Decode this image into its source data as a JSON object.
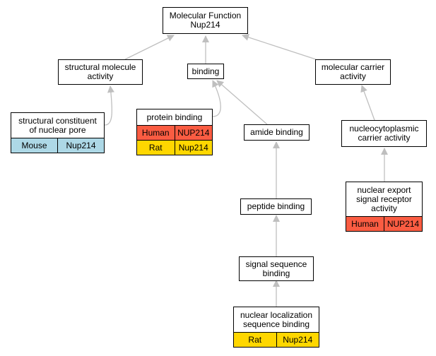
{
  "colors": {
    "mouse": "#add8e6",
    "human": "#fa5c42",
    "rat": "#ffd700",
    "edge": "#bfbfbf"
  },
  "nodes": {
    "root": "Molecular Function\nNup214",
    "structural_molecule_activity": "structural molecule\nactivity",
    "binding": "binding",
    "molecular_carrier_activity": "molecular carrier\nactivity",
    "structural_constituent_nuclear_pore": "structural constituent\nof nuclear pore",
    "protein_binding": "protein binding",
    "amide_binding": "amide binding",
    "nucleocytoplasmic_carrier_activity": "nucleocytoplasmic\ncarrier activity",
    "peptide_binding": "peptide binding",
    "nuclear_export_signal_receptor_activity": "nuclear export\nsignal receptor\nactivity",
    "signal_sequence_binding": "signal sequence\nbinding",
    "nuclear_localization_sequence_binding": "nuclear localization\nsequence binding"
  },
  "annotations": {
    "structural_constituent_nuclear_pore": [
      {
        "species": "Mouse",
        "gene": "Nup214",
        "color": "#add8e6"
      }
    ],
    "protein_binding": [
      {
        "species": "Human",
        "gene": "NUP214",
        "color": "#fa5c42"
      },
      {
        "species": "Rat",
        "gene": "Nup214",
        "color": "#ffd700"
      }
    ],
    "nuclear_export_signal_receptor_activity": [
      {
        "species": "Human",
        "gene": "NUP214",
        "color": "#fa5c42"
      }
    ],
    "nuclear_localization_sequence_binding": [
      {
        "species": "Rat",
        "gene": "Nup214",
        "color": "#ffd700"
      }
    ]
  }
}
